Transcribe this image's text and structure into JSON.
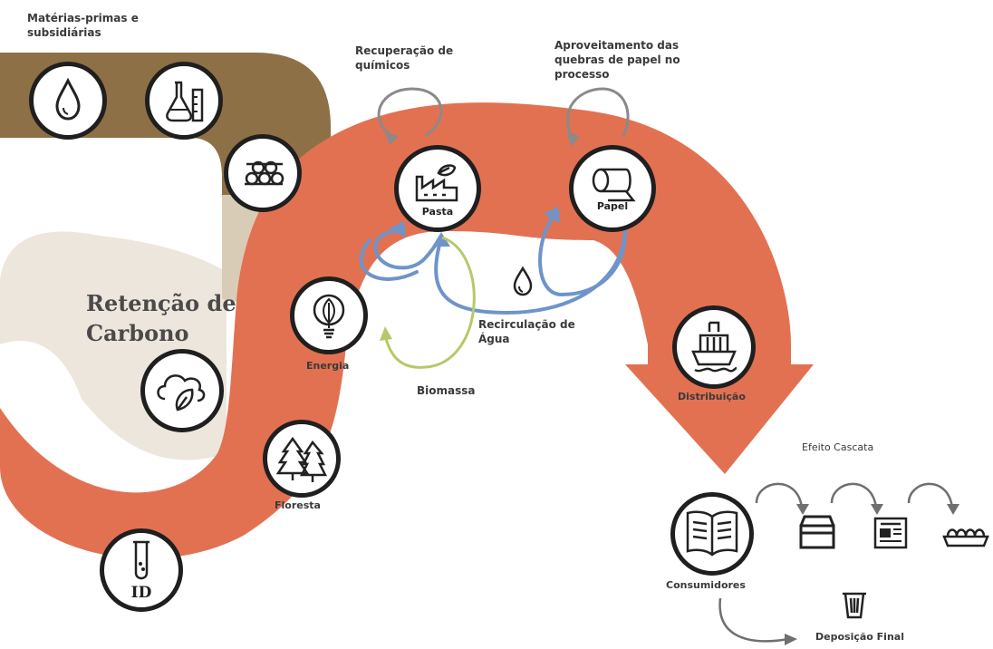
{
  "labels": {
    "raw_materials": "Matérias-primas e subsidiárias",
    "chemical_recovery": "Recuperação de químicos",
    "paper_breaks": "Aproveitamento das quebras de papel no processo",
    "carbon_retention": "Retenção de Carbono",
    "energy": "Energia",
    "forest": "Floresta",
    "id": "ID",
    "pulp": "Pasta",
    "paper": "Papel",
    "water_recirculation": "Recirculação de Água",
    "biomass": "Biomassa",
    "distribution": "Distribuição",
    "cascade_effect": "Efeito Cascata",
    "consumers": "Consumidores",
    "final_disposal": "Deposição Final"
  },
  "colors": {
    "main_band": "#e27152",
    "raw_band": "#8e7046",
    "transition_band": "#d9ccb7",
    "carbon_area": "#ede6dc",
    "water_arrow": "#6e94c9",
    "biomass_arrow": "#b6c96a",
    "node_border": "#1f1f1f"
  },
  "icons": {
    "water": "water-drop-icon",
    "lab": "flask-icon",
    "logs": "logs-icon",
    "energy": "leaf-bulb-icon",
    "carbon": "cloud-leaf-icon",
    "forest": "pine-trees-icon",
    "research": "test-tube-icon",
    "factory": "factory-icon",
    "paper_roll": "paper-roll-icon",
    "ship": "ship-icon",
    "book": "book-icon",
    "box": "box-icon",
    "newspaper": "newspaper-icon",
    "egg_carton": "egg-carton-icon",
    "trash": "trash-bin-icon"
  }
}
